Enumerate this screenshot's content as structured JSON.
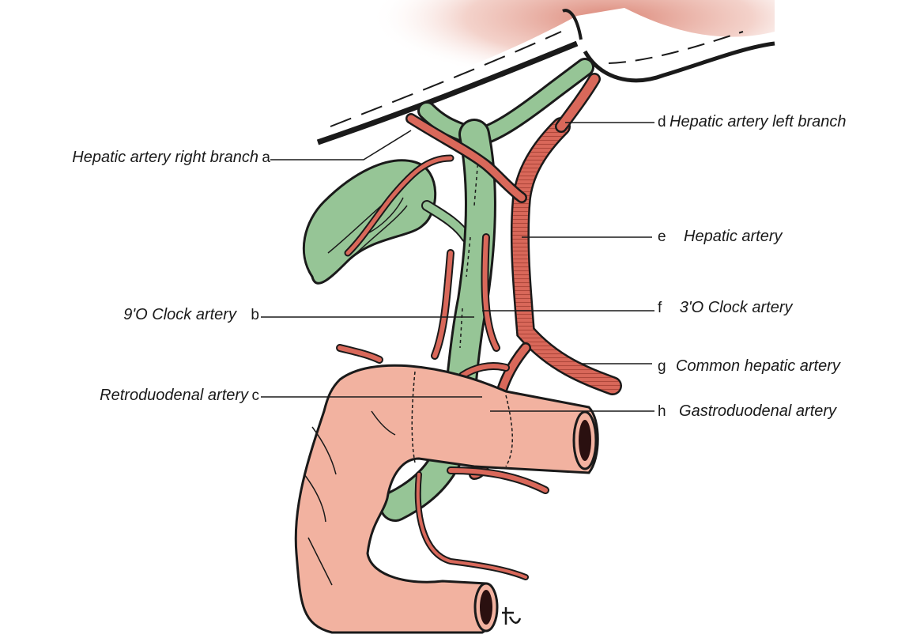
{
  "labels": {
    "a": {
      "letter": "a",
      "name": "Hepatic artery right branch"
    },
    "b": {
      "letter": "b",
      "name": "9'O Clock artery"
    },
    "c": {
      "letter": "c",
      "name": "Retroduodenal artery"
    },
    "d": {
      "letter": "d",
      "name": "Hepatic artery left branch"
    },
    "e": {
      "letter": "e",
      "name": "Hepatic artery"
    },
    "f": {
      "letter": "f",
      "name": "3'O Clock artery"
    },
    "g": {
      "letter": "g",
      "name": "Common hepatic artery"
    },
    "h": {
      "letter": "h",
      "name": "Gastroduodenal artery"
    }
  },
  "colors": {
    "artery": "#d9685a",
    "bile_duct": "#96c596",
    "duodenum": "#f2b2a0",
    "liver_shade": "#d98070",
    "outline": "#1a1a1a"
  }
}
